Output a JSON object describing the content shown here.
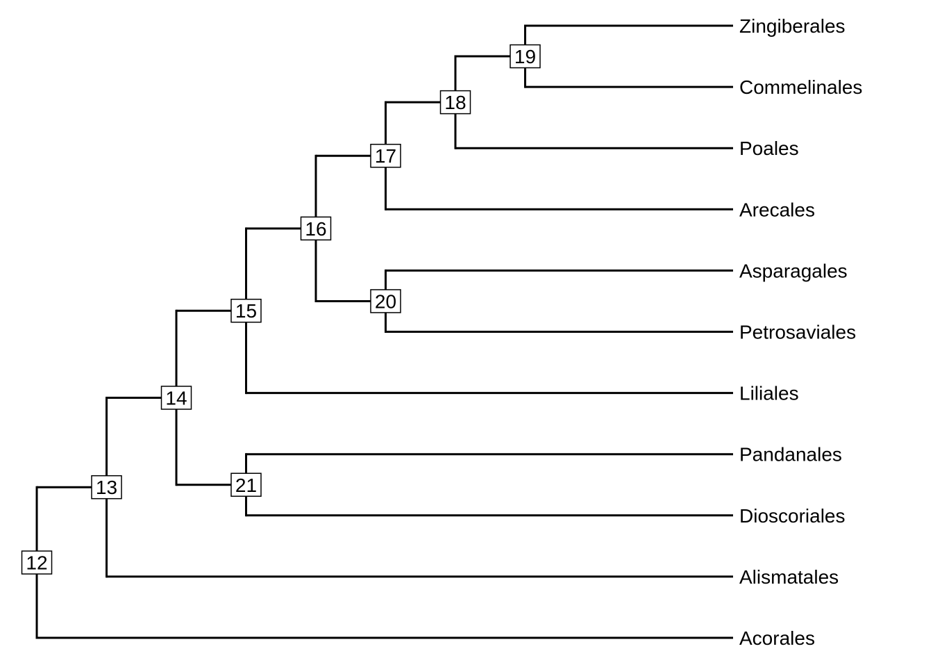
{
  "tree": {
    "id": "12",
    "children": [
      {
        "id": "13",
        "children": [
          {
            "id": "14",
            "children": [
              {
                "id": "15",
                "children": [
                  {
                    "id": "16",
                    "children": [
                      {
                        "id": "17",
                        "children": [
                          {
                            "id": "18",
                            "children": [
                              {
                                "id": "19",
                                "children": [
                                  {
                                    "tip": "Zingiberales"
                                  },
                                  {
                                    "tip": "Commelinales"
                                  }
                                ]
                              },
                              {
                                "tip": "Poales"
                              }
                            ]
                          },
                          {
                            "tip": "Arecales"
                          }
                        ]
                      },
                      {
                        "id": "20",
                        "children": [
                          {
                            "tip": "Asparagales"
                          },
                          {
                            "tip": "Petrosaviales"
                          }
                        ]
                      }
                    ]
                  },
                  {
                    "tip": "Liliales"
                  }
                ]
              },
              {
                "id": "21",
                "children": [
                  {
                    "tip": "Pandanales"
                  },
                  {
                    "tip": "Dioscoriales"
                  }
                ]
              }
            ]
          },
          {
            "tip": "Alismatales"
          }
        ]
      },
      {
        "tip": "Acorales"
      }
    ]
  },
  "style": {
    "edge_color": "#000000",
    "box_fill": "#ffffff"
  }
}
